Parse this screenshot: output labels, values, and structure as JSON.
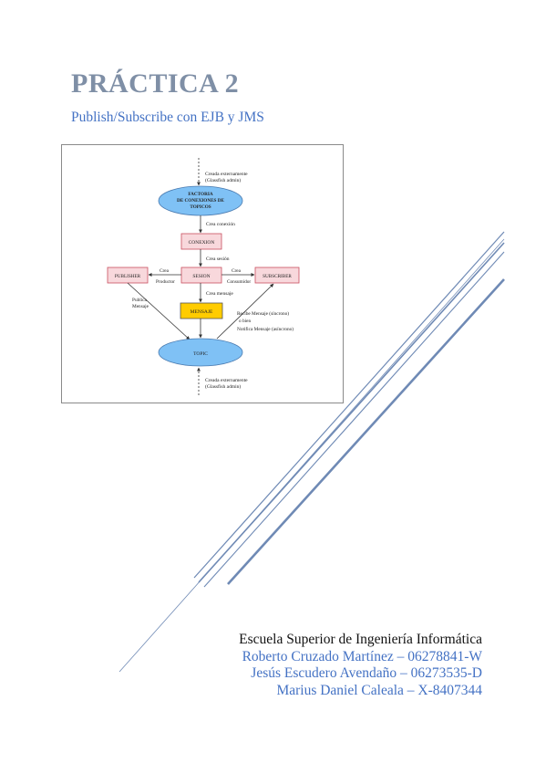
{
  "document": {
    "title": "PRÁCTICA 2",
    "subtitle": "Publish/Subscribe con EJB y JMS"
  },
  "diagram": {
    "top_note_line1": "Creada externamente",
    "top_note_line2": "(Glassfish admin)",
    "factory_line1": "FACTORIA",
    "factory_line2": "DE CONEXIONES DE",
    "factory_line3": "TOPICOS",
    "crea_conexion": "Crea conexión",
    "conexion": "CONEXION",
    "crea_sesion": "Crea sesión",
    "publisher": "PUBLISHER",
    "sesion": "SESION",
    "subscriber": "SUBSCRIBER",
    "crea_productor_line1": "Crea",
    "crea_productor_line2": "Productor",
    "crea_consumidor_line1": "Crea",
    "crea_consumidor_line2": "Consumidor",
    "crea_mensaje": "Crea mensaje",
    "publica_line1": "Publica",
    "publica_line2": "Mensaje",
    "mensaje": "MENSAJE",
    "recibe_line1": "Recibe Mensaje   (síncrono)",
    "recibe_line2": "o bien",
    "recibe_line3": "Notifica Mensaje    (asíncrono)",
    "topic": "TOPIC",
    "bottom_note_line1": "Creada externamente",
    "bottom_note_line2": "(Glassfish admin)",
    "colors": {
      "ellipse_fill": "#7fc1f5",
      "box_fill": "#f8d8dc",
      "box_stroke": "#c94f5f",
      "mensaje_fill": "#ffcc00"
    }
  },
  "footer": {
    "school": "Escuela Superior de Ingeniería Informática",
    "author1": "Roberto Cruzado Martínez – 06278841-W",
    "author2": "Jesús Escudero Avendaño – 06273535-D",
    "author3": "Marius Daniel Caleala – X-8407344"
  },
  "colors": {
    "title": "#7f8fa6",
    "accent_blue": "#4472c4",
    "decorative_lines": "#6f8ab5"
  }
}
